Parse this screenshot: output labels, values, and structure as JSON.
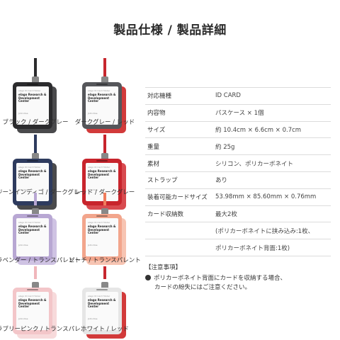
{
  "header": {
    "title": "製品仕様 / 製品詳細"
  },
  "products": [
    {
      "label": "ブラック / ダークグレー",
      "case": "#2b2b2d",
      "back": "#4a4a4c",
      "lanyard": "#2b2b2d"
    },
    {
      "label": "ダークグレー / レッド",
      "case": "#55565a",
      "back": "#d23a3a",
      "lanyard": "#c7272e"
    },
    {
      "label": "ジーンインディゴ / ダークグレー",
      "case": "#2e3b5e",
      "back": "#4a4a4c",
      "lanyard": "#2e3b5e"
    },
    {
      "label": "レッド / ダークグレー",
      "case": "#c8242c",
      "back": "#d84a4f",
      "lanyard": "#c8242c"
    },
    {
      "label": "ラベンダー / トランスパレント",
      "case": "#b8a7d3",
      "back": "#cfc3e3",
      "lanyard": "#b8a7d3"
    },
    {
      "label": "ピーチ / トランスパレント",
      "case": "#f2a58c",
      "back": "#f7c4b2",
      "lanyard": "#ef7d5d"
    },
    {
      "label": "ラブリーピンク / トランスパレント",
      "case": "#f3c6c9",
      "back": "#f7dadb",
      "lanyard": "#f0b6bb"
    },
    {
      "label": "ホワイト / レッド",
      "case": "#e6e6e6",
      "back": "#d23a3a",
      "lanyard": "#c7272e"
    }
  ],
  "card_text": {
    "line1": "elago  ID Card Holder",
    "line2": "elago Research & Development Center",
    "line3": "John Doe"
  },
  "spec": [
    {
      "key": "対応機種",
      "value": "ID CARD"
    },
    {
      "key": "内容物",
      "value": "パスケース × 1個"
    },
    {
      "key": "サイズ",
      "value": "約 10.4cm × 6.6cm × 0.7cm"
    },
    {
      "key": "重量",
      "value": "約 25g"
    },
    {
      "key": "素材",
      "value": "シリコン、ポリカーボネイト"
    },
    {
      "key": "ストラップ",
      "value": "あり"
    },
    {
      "key": "装着可能カードサイズ",
      "value": "53.98mm × 85.60mm × 0.76mm"
    },
    {
      "key": "カード収納数",
      "value": "最大2枚"
    },
    {
      "key": "",
      "value": "(ポリカーボネイトに挟み込み:1枚、"
    },
    {
      "key": "",
      "value": "ポリカーボネイト背面:1枚)"
    }
  ],
  "notes": {
    "heading": "【注意事項】",
    "line1": "ポリカーボネイト背面にカードを収納する場合、",
    "line2": "カードの紛失にはご注意ください。"
  }
}
